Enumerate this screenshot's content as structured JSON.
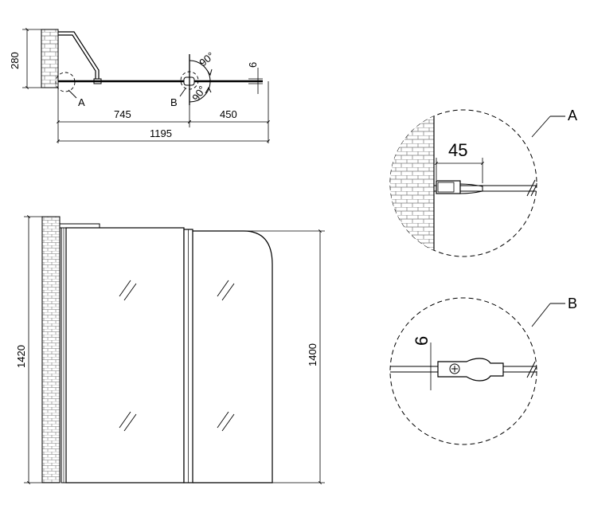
{
  "top_view": {
    "dim_280": "280",
    "dim_6": "6",
    "angle_top": "90°",
    "angle_bottom": "90°",
    "label_a": "A",
    "label_b": "B",
    "dim_745": "745",
    "dim_450": "450",
    "dim_1195": "1195"
  },
  "front_view": {
    "dim_1420": "1420",
    "dim_1400": "1400"
  },
  "detail_a": {
    "callout": "A",
    "dim_45": "45"
  },
  "detail_b": {
    "callout": "B",
    "dim_6": "6"
  }
}
